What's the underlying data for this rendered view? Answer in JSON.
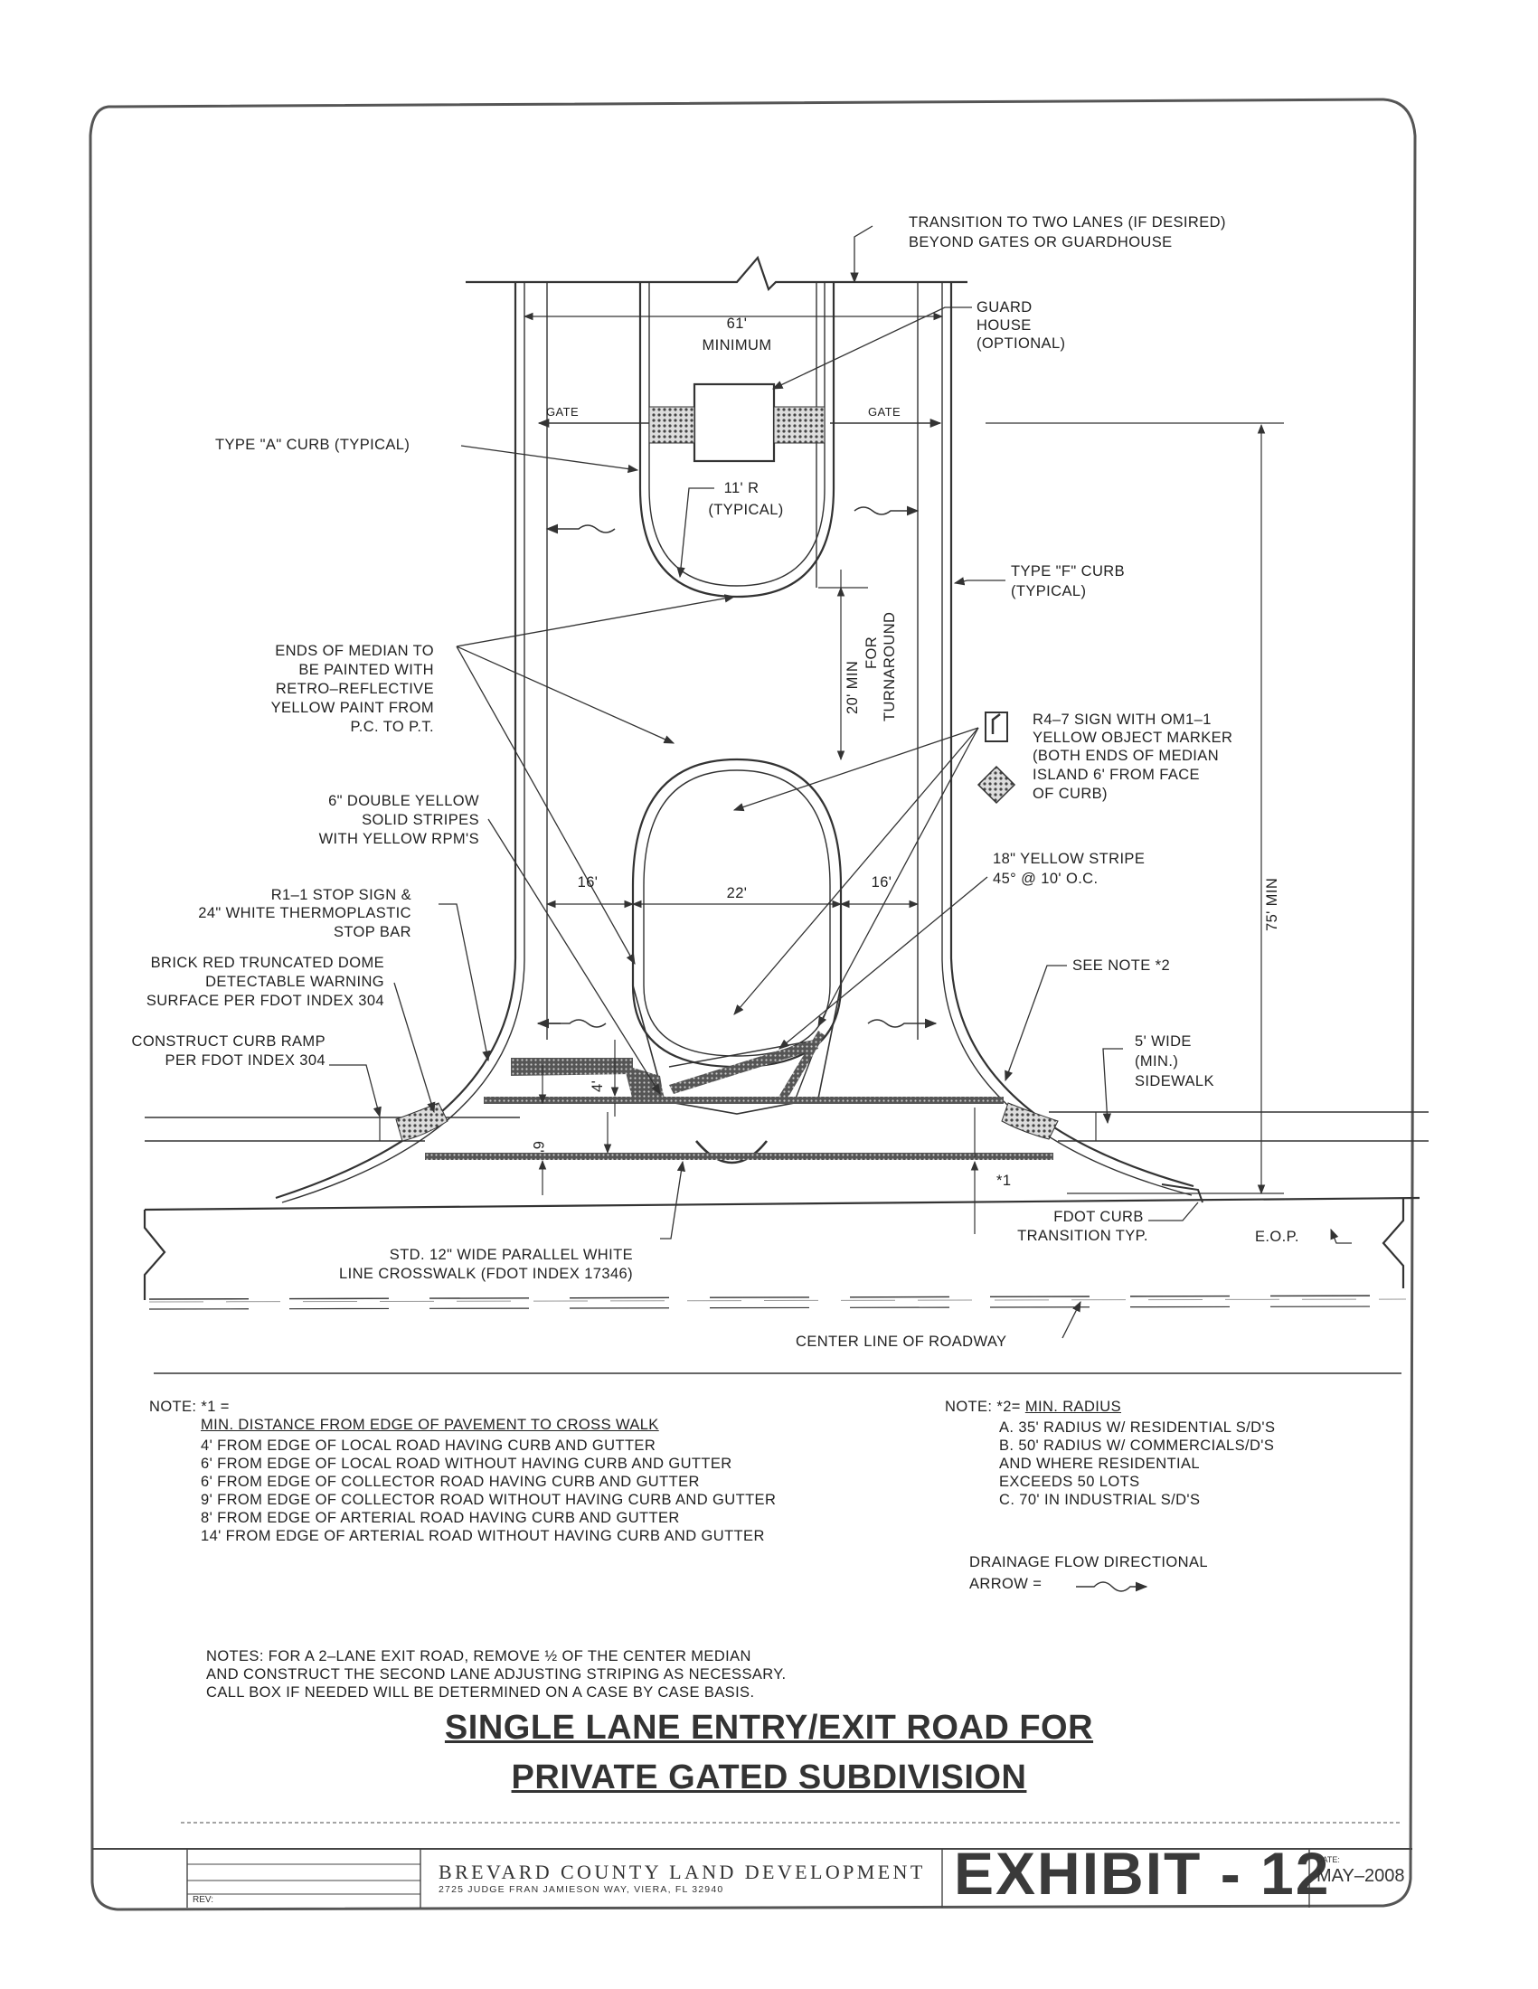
{
  "labels": {
    "transition_1": "TRANSITION  TO TWO LANES (IF DESIRED)",
    "transition_2": "BEYOND GATES OR GUARDHOUSE",
    "guard_1": "GUARD",
    "guard_2": "HOUSE",
    "guard_3": "(OPTIONAL)",
    "width_61": "61'",
    "minimum": "MINIMUM",
    "gate_left": "GATE",
    "gate_right": "GATE",
    "type_a_curb": "TYPE \"A\" CURB (TYPICAL)",
    "radius_11": "11' R",
    "radius_typical": "(TYPICAL)",
    "type_f_1": "TYPE \"F\" CURB",
    "type_f_2": "(TYPICAL)",
    "ends_1": "ENDS OF MEDIAN TO",
    "ends_2": "BE PAINTED WITH",
    "ends_3": "RETRO–REFLECTIVE",
    "ends_4": "YELLOW PAINT FROM",
    "ends_5": "P.C. TO  P.T.",
    "min20": "20' MIN",
    "for": "FOR",
    "turnaround": "TURNAROUND",
    "r47_1": "R4–7 SIGN WITH OM1–1",
    "r47_2": "YELLOW OBJECT MARKER",
    "r47_3": "(BOTH ENDS OF MEDIAN",
    "r47_4": "ISLAND 6' FROM FACE",
    "r47_5": "OF CURB)",
    "dbl_1": "6\" DOUBLE YELLOW",
    "dbl_2": "SOLID STRIPES",
    "dbl_3": "WITH YELLOW RPM'S",
    "dim16_left": "16'",
    "dim22": "22'",
    "dim16_right": "16'",
    "stripe_1": "18\" YELLOW STRIPE",
    "stripe_2": "45° @ 10' O.C.",
    "min75": "75' MIN",
    "stop_1": "R1–1 STOP SIGN &",
    "stop_2": "24\" WHITE THERMOPLASTIC",
    "stop_3": "STOP BAR",
    "brick_1": "BRICK RED TRUNCATED DOME",
    "brick_2": "DETECTABLE WARNING",
    "brick_3": "SURFACE PER FDOT INDEX 304",
    "see_note": "SEE NOTE *2",
    "ramp_1": "CONSTRUCT CURB RAMP",
    "ramp_2": "PER FDOT INDEX 304",
    "sidewalk_1": "5' WIDE",
    "sidewalk_2": "(MIN.)",
    "sidewalk_3": "SIDEWALK",
    "dim4": "4'",
    "dim6": "6'",
    "star1": "*1",
    "fdot_1": "FDOT CURB",
    "fdot_2": "TRANSITION TYP.",
    "eop": "E.O.P.",
    "cross_1": "STD. 12\" WIDE PARALLEL WHITE",
    "cross_2": "LINE CROSSWALK (FDOT INDEX 17346)",
    "centerline": "CENTER LINE OF ROADWAY"
  },
  "note1": {
    "head": "NOTE: *1 =",
    "subhead": "MIN. DISTANCE FROM EDGE OF PAVEMENT TO CROSS WALK",
    "lines": [
      "4'   FROM EDGE OF LOCAL ROAD HAVING CURB AND GUTTER",
      "6'   FROM EDGE OF LOCAL ROAD WITHOUT HAVING CURB AND GUTTER",
      "6'   FROM EDGE OF COLLECTOR ROAD HAVING CURB AND GUTTER",
      "9'   FROM EDGE OF COLLECTOR ROAD WITHOUT HAVING CURB AND GUTTER",
      "8'   FROM EDGE OF ARTERIAL ROAD HAVING CURB AND GUTTER",
      "14'  FROM EDGE OF ARTERIAL ROAD WITHOUT HAVING CURB AND GUTTER"
    ]
  },
  "note2": {
    "head": "NOTE: *2=",
    "head_u": "MIN. RADIUS",
    "lines": [
      "A. 35' RADIUS W/ RESIDENTIAL S/D'S",
      "B. 50' RADIUS W/ COMMERCIALS/D'S",
      "     AND WHERE RESIDENTIAL",
      "     EXCEEDS 50 LOTS",
      "C. 70' IN INDUSTRIAL S/D'S"
    ]
  },
  "drainage": {
    "line1": "DRAINAGE FLOW DIRECTIONAL",
    "line2": "ARROW ="
  },
  "notes_general": [
    "NOTES: FOR A 2–LANE EXIT ROAD, REMOVE ½ OF THE CENTER MEDIAN",
    "AND CONSTRUCT THE SECOND LANE ADJUSTING STRIPING AS NECESSARY.",
    "CALL BOX IF NEEDED WILL BE DETERMINED ON A CASE BY CASE BASIS."
  ],
  "title": {
    "line1": "SINGLE LANE ENTRY/EXIT ROAD FOR",
    "line2": "PRIVATE GATED SUBDIVISION"
  },
  "title_block": {
    "rev": "REV:",
    "org": "BREVARD COUNTY LAND DEVELOPMENT",
    "address": "2725 JUDGE FRAN JAMIESON WAY,  VIERA, FL  32940",
    "exhibit": "EXHIBIT - 12",
    "date_label": "DATE:",
    "date": "MAY–2008"
  }
}
